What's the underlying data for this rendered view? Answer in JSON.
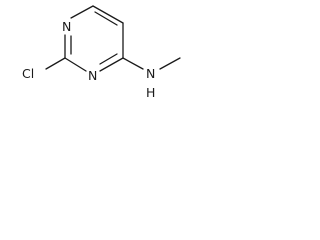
{
  "molecule": {
    "atoms": {
      "cl": "Cl",
      "n1": "N",
      "n3": "N",
      "nh_n": "N",
      "nh_h": "H"
    },
    "colors": {
      "bond": "#1a1a1a",
      "label": "#1a1a1a",
      "background": "#ffffff"
    }
  }
}
